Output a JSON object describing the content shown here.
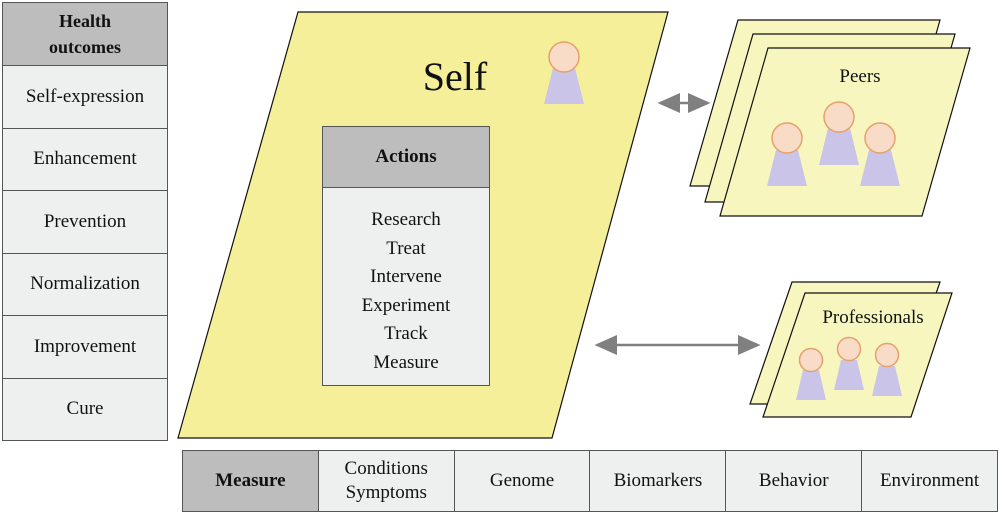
{
  "outcomes": {
    "header": "Health outcomes",
    "items": [
      "Self-expression",
      "Enhancement",
      "Prevention",
      "Normalization",
      "Improvement",
      "Cure"
    ]
  },
  "self": {
    "label": "Self"
  },
  "actions": {
    "header": "Actions",
    "items": [
      "Research",
      "Treat",
      "Intervene",
      "Experiment",
      "Track",
      "Measure"
    ]
  },
  "peers": {
    "label": "Peers"
  },
  "professionals": {
    "label": "Professionals"
  },
  "measures": {
    "header": "Measure",
    "items": [
      "Conditions Symptoms",
      "Genome",
      "Biomarkers",
      "Behavior",
      "Environment"
    ]
  },
  "colors": {
    "yellow": "#f5ef9a",
    "light_yellow": "#f8f6bf",
    "header_gray": "#bdbdbd",
    "cell_bg": "#eef0f0",
    "person_head": "#f8dcc8",
    "person_head_stroke": "#e7a06a",
    "person_body": "#c9c4e8",
    "arrow": "#808080"
  }
}
